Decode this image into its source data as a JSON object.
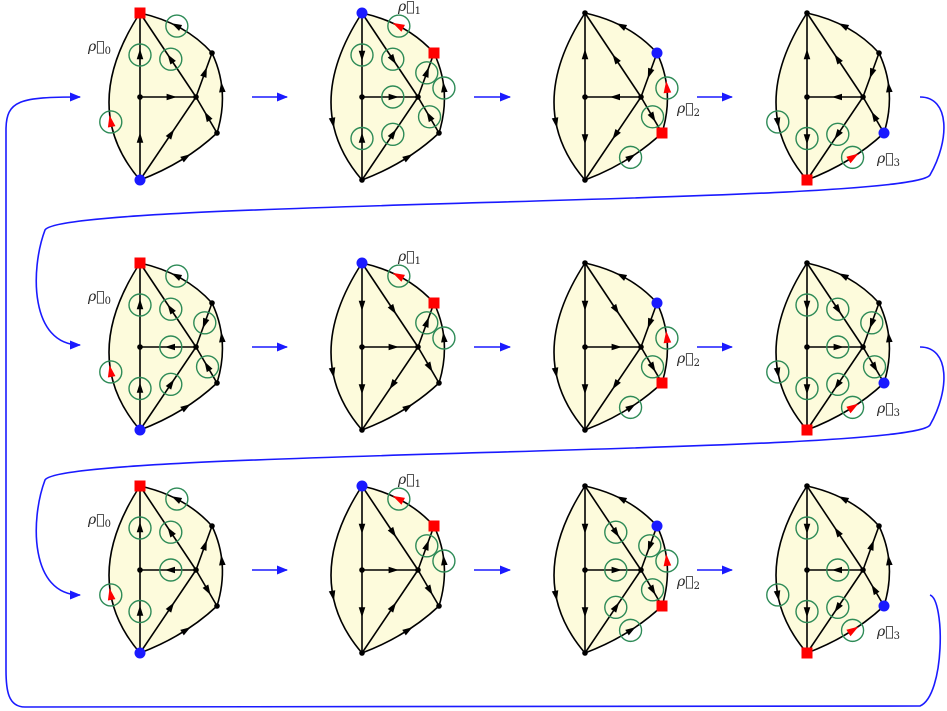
{
  "figure": {
    "description": "Sequence of 12 planar directed-graph states arranged 3 rows x 4 columns, connected by blue transition arrows",
    "colors": {
      "face_fill": "#fdfbdc",
      "edge": "#000000",
      "transition_arrow": "#1a1aff",
      "highlight_circle": "#2e8b57",
      "source_marker": "#1a1aff",
      "sink_marker": "#ff0000",
      "rho_arrow": "#ff0000"
    }
  },
  "legend_labels": [
    "ρ⃗0",
    "ρ⃗1",
    "ρ⃗2",
    "ρ⃗3"
  ],
  "rows": [
    {
      "panels": [
        {
          "col": 0,
          "label": "ρ⃗",
          "label_sub": "0",
          "source": "B",
          "sink": "T",
          "edges": {
            "BC": "up",
            "CT": "up",
            "CH": "right",
            "TH": "toT",
            "HR1": "toR1",
            "HR2": "toH",
            "BR2": "toR2",
            "BH": "toH",
            "R2R1": "up",
            "R1T": "toT",
            "TL": "rho"
          },
          "circles": [
            "rho",
            "CT",
            "TH",
            "R1T"
          ]
        },
        {
          "col": 1,
          "label": "ρ⃗",
          "label_sub": "1",
          "source": "T",
          "sink": "R1",
          "edges": {
            "BC": "up",
            "CT": "down",
            "CH": "right",
            "TH": "toH",
            "HR1": "toR1",
            "HR2": "toH",
            "BR2": "toR2",
            "BH": "toH",
            "R2R1": "up",
            "R1T": "rho",
            "TL": "down"
          },
          "circles": [
            "rho",
            "CT",
            "TH",
            "HR1",
            "CH",
            "R2R1",
            "HR2",
            "BC",
            "BH"
          ]
        },
        {
          "col": 2,
          "label": "ρ⃗",
          "label_sub": "2",
          "source": "R1",
          "sink": "R2",
          "edges": {
            "BC": "down",
            "CT": "up",
            "CH": "left",
            "TH": "toT",
            "HR1": "toH",
            "HR2": "toR2",
            "BR2": "toR2",
            "BH": "toB",
            "R2R1": "rho",
            "R1T": "toT",
            "TL": "down"
          },
          "circles": [
            "rho",
            "HR2",
            "BR2"
          ]
        },
        {
          "col": 3,
          "label": "ρ⃗",
          "label_sub": "3",
          "source": "R2",
          "sink": "B",
          "edges": {
            "BC": "down",
            "CT": "up",
            "CH": "left",
            "TH": "toT",
            "HR1": "toH",
            "HR2": "toH",
            "BR2": "rho",
            "BH": "toB",
            "R2R1": "up",
            "R1T": "toT",
            "TL": "down"
          },
          "circles": [
            "TL",
            "BC",
            "BH",
            "rho"
          ]
        }
      ]
    },
    {
      "panels": [
        {
          "col": 0,
          "label": "ρ⃗",
          "label_sub": "0",
          "source": "B",
          "sink": "T",
          "edges": {
            "BC": "up",
            "CT": "up",
            "CH": "left",
            "TH": "toT",
            "HR1": "toH",
            "HR2": "toH",
            "BR2": "toR2",
            "BH": "toH",
            "R2R1": "up",
            "R1T": "toT",
            "TL": "rho"
          },
          "circles": [
            "rho",
            "CT",
            "TH",
            "R1T",
            "CH",
            "HR1",
            "HR2",
            "BC",
            "BH"
          ]
        },
        {
          "col": 1,
          "label": "ρ⃗",
          "label_sub": "1",
          "source": "T",
          "sink": "R1",
          "edges": {
            "BC": "down",
            "CT": "down",
            "CH": "right",
            "TH": "toH",
            "HR1": "toR1",
            "HR2": "toR2",
            "BR2": "toR2",
            "BH": "toB",
            "R2R1": "up",
            "R1T": "rho",
            "TL": "down"
          },
          "circles": [
            "rho",
            "HR1",
            "R2R1"
          ]
        },
        {
          "col": 2,
          "label": "ρ⃗",
          "label_sub": "2",
          "source": "R1",
          "sink": "R2",
          "edges": {
            "BC": "down",
            "CT": "down",
            "CH": "right",
            "TH": "toH",
            "HR1": "toH",
            "HR2": "toR2",
            "BR2": "toR2",
            "BH": "toB",
            "R2R1": "rho",
            "R1T": "toT",
            "TL": "down"
          },
          "circles": [
            "rho",
            "HR2",
            "BR2"
          ]
        },
        {
          "col": 3,
          "label": "ρ⃗",
          "label_sub": "3",
          "source": "R2",
          "sink": "B",
          "edges": {
            "BC": "down",
            "CT": "down",
            "CH": "right",
            "TH": "toH",
            "HR1": "toH",
            "HR2": "toR2",
            "BR2": "rho",
            "BH": "toB",
            "R2R1": "up",
            "R1T": "toT",
            "TL": "down"
          },
          "circles": [
            "TL",
            "CT",
            "TH",
            "HR1",
            "CH",
            "HR2",
            "BC",
            "BH",
            "rho"
          ]
        }
      ]
    },
    {
      "panels": [
        {
          "col": 0,
          "label": "ρ⃗",
          "label_sub": "0",
          "source": "B",
          "sink": "T",
          "edges": {
            "BC": "up",
            "CT": "up",
            "CH": "left",
            "TH": "toT",
            "HR1": "toR1",
            "HR2": "toR2",
            "BR2": "toR2",
            "BH": "toH",
            "R2R1": "up",
            "R1T": "toT",
            "TL": "rho"
          },
          "circles": [
            "rho",
            "CT",
            "TH",
            "R1T",
            "CH",
            "BC"
          ]
        },
        {
          "col": 1,
          "label": "ρ⃗",
          "label_sub": "1",
          "source": "T",
          "sink": "R1",
          "edges": {
            "BC": "down",
            "CT": "down",
            "CH": "right",
            "TH": "toH",
            "HR1": "toR1",
            "HR2": "toR2",
            "BR2": "toR2",
            "BH": "toH",
            "R2R1": "up",
            "R1T": "rho",
            "TL": "down"
          },
          "circles": [
            "rho",
            "HR1",
            "R2R1"
          ]
        },
        {
          "col": 2,
          "label": "ρ⃗",
          "label_sub": "2",
          "source": "R1",
          "sink": "R2",
          "edges": {
            "BC": "down",
            "CT": "down",
            "CH": "right",
            "TH": "toH",
            "HR1": "toH",
            "HR2": "toR2",
            "BR2": "toR2",
            "BH": "toH",
            "R2R1": "rho",
            "R1T": "toT",
            "TL": "down"
          },
          "circles": [
            "rho",
            "TH",
            "HR1",
            "CH",
            "HR2",
            "BH",
            "BR2"
          ]
        },
        {
          "col": 3,
          "label": "ρ⃗",
          "label_sub": "3",
          "source": "R2",
          "sink": "B",
          "edges": {
            "BC": "down",
            "CT": "down",
            "CH": "left",
            "TH": "toT",
            "HR1": "toR1",
            "HR2": "toH",
            "BR2": "rho",
            "BH": "toB",
            "R2R1": "up",
            "R1T": "toT",
            "TL": "down"
          },
          "circles": [
            "TL",
            "CT",
            "CH",
            "BC",
            "BH",
            "rho"
          ]
        }
      ]
    }
  ]
}
